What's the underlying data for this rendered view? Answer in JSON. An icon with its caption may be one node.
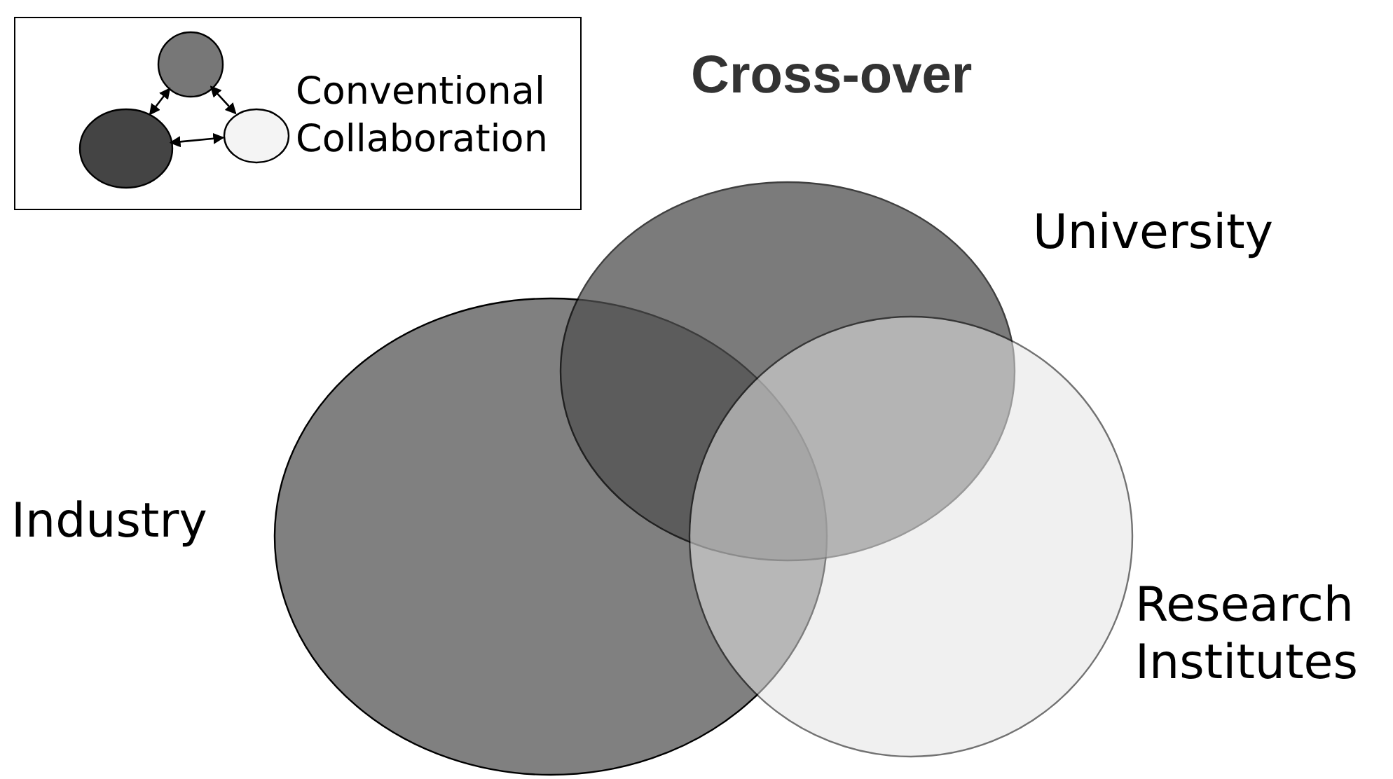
{
  "diagram": {
    "title": "Cross-over",
    "nodes": [
      {
        "text": [
          "Conventional Collaboration"
        ]
      },
      {
        "text": [],
        "shape": "circle",
        "in": 0
      },
      {
        "text": [],
        "shape": "circle",
        "in": 0
      },
      {
        "text": [],
        "shape": "circle",
        "in": 0
      },
      {
        "text": [
          "Industry"
        ]
      },
      {
        "text": [
          "University"
        ]
      },
      {
        "text": [
          "Research Institutes"
        ]
      }
    ],
    "edges": [
      {
        "from": 1,
        "to": 2,
        "arrow": "both"
      },
      {
        "from": 1,
        "to": 3,
        "arrow": "both"
      },
      {
        "from": 2,
        "to": 3,
        "arrow": "both"
      }
    ]
  }
}
